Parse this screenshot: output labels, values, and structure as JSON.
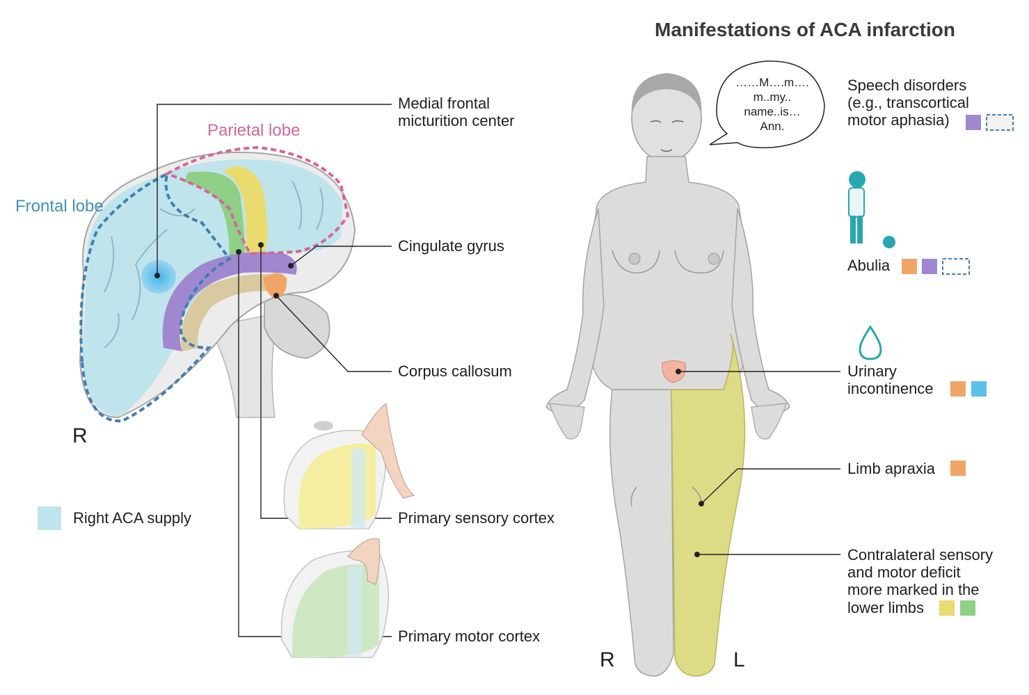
{
  "title": "Manifestations of ACA infarction",
  "lobes": {
    "frontal": "Frontal lobe",
    "parietal": "Parietal lobe"
  },
  "brain_labels": {
    "micturition_line1": "Medial frontal",
    "micturition_line2": "micturition center",
    "cingulate": "Cingulate gyrus",
    "corpus_callosum": "Corpus callosum",
    "sensory_cortex": "Primary sensory cortex",
    "motor_cortex": "Primary motor cortex",
    "side_brain": "R"
  },
  "legend": {
    "label": "Right ACA supply"
  },
  "speech_bubble": {
    "line1": "……M….m….",
    "line2": "m..my..",
    "line3": "name..is…",
    "line4": "Ann."
  },
  "manifestations": {
    "speech_line1": "Speech disorders",
    "speech_line2": "(e.g., transcortical",
    "speech_line3": "motor aphasia)",
    "abulia": "Abulia",
    "urinary_line1": "Urinary",
    "urinary_line2": "incontinence",
    "apraxia": "Limb apraxia",
    "deficit_line1": "Contralateral sensory",
    "deficit_line2": "and motor deficit",
    "deficit_line3": "more marked in the",
    "deficit_line4": "lower limbs"
  },
  "body_sides": {
    "right": "R",
    "left": "L"
  },
  "colors": {
    "aca_supply": "#bfe4ec",
    "frontal_label": "#3f8fbf",
    "parietal_label": "#d4669a",
    "cingulate": "#a088d0",
    "corpus_callosum": "#f0a567",
    "motor_strip": "#8fcf86",
    "sensory_strip": "#eadb6e",
    "micturition": "#5bbfea",
    "affected_leg": "#dedb86",
    "body": "#dcdcdc"
  }
}
